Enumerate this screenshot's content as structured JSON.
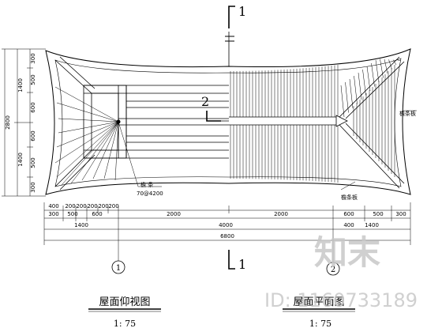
{
  "section_marks": {
    "vertical": "1",
    "horizontal": "2"
  },
  "dimensions": {
    "left_total": "2800",
    "left_group": [
      "1400",
      "1400"
    ],
    "left_detail": [
      "300",
      "500",
      "600",
      "600",
      "500",
      "300"
    ],
    "bottom_detail": [
      "400",
      "200",
      "200",
      "200",
      "200",
      "200",
      "2000",
      "2000",
      "600",
      "500",
      "300"
    ],
    "bottom_row2": [
      "300",
      "500",
      "600",
      "400"
    ],
    "bottom_mid": [
      "1400",
      "4000",
      "1400"
    ],
    "bottom_total": "6800"
  },
  "annotations": {
    "rafter_note": [
      "檐  条",
      "70@4200"
    ],
    "right_note_1": "檐条板",
    "right_note_2": "檐条板"
  },
  "grid_axes": [
    "1",
    "2"
  ],
  "captions": {
    "left_title": "屋面仰视图",
    "left_scale": "1: 75",
    "right_title": "屋面平面图",
    "right_scale": "1: 75"
  },
  "watermark": {
    "text_cn": "知末",
    "id": "ID: 1160733189"
  }
}
